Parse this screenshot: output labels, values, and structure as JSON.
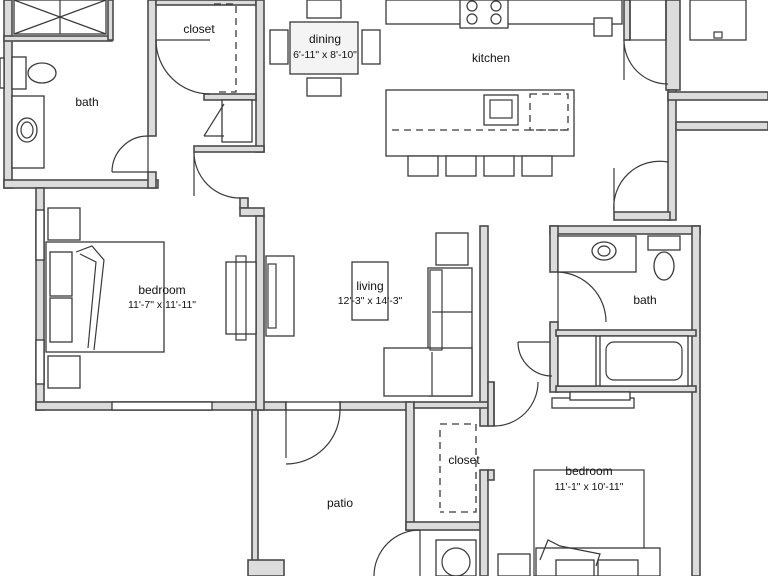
{
  "rooms": {
    "closet_top": {
      "name": "closet"
    },
    "bath_left": {
      "name": "bath"
    },
    "dining": {
      "name": "dining",
      "dims": "6'-11\" x 8'-10\""
    },
    "kitchen": {
      "name": "kitchen"
    },
    "bedroom_left": {
      "name": "bedroom",
      "dims": "11'-7\" x 11'-11\""
    },
    "living": {
      "name": "living",
      "dims": "12'-3\" x 14'-3\""
    },
    "bath_right": {
      "name": "bath"
    },
    "closet_bottom": {
      "name": "closet"
    },
    "bedroom_right": {
      "name": "bedroom",
      "dims": "11'-1\" x 10'-11\""
    },
    "patio": {
      "name": "patio"
    }
  }
}
